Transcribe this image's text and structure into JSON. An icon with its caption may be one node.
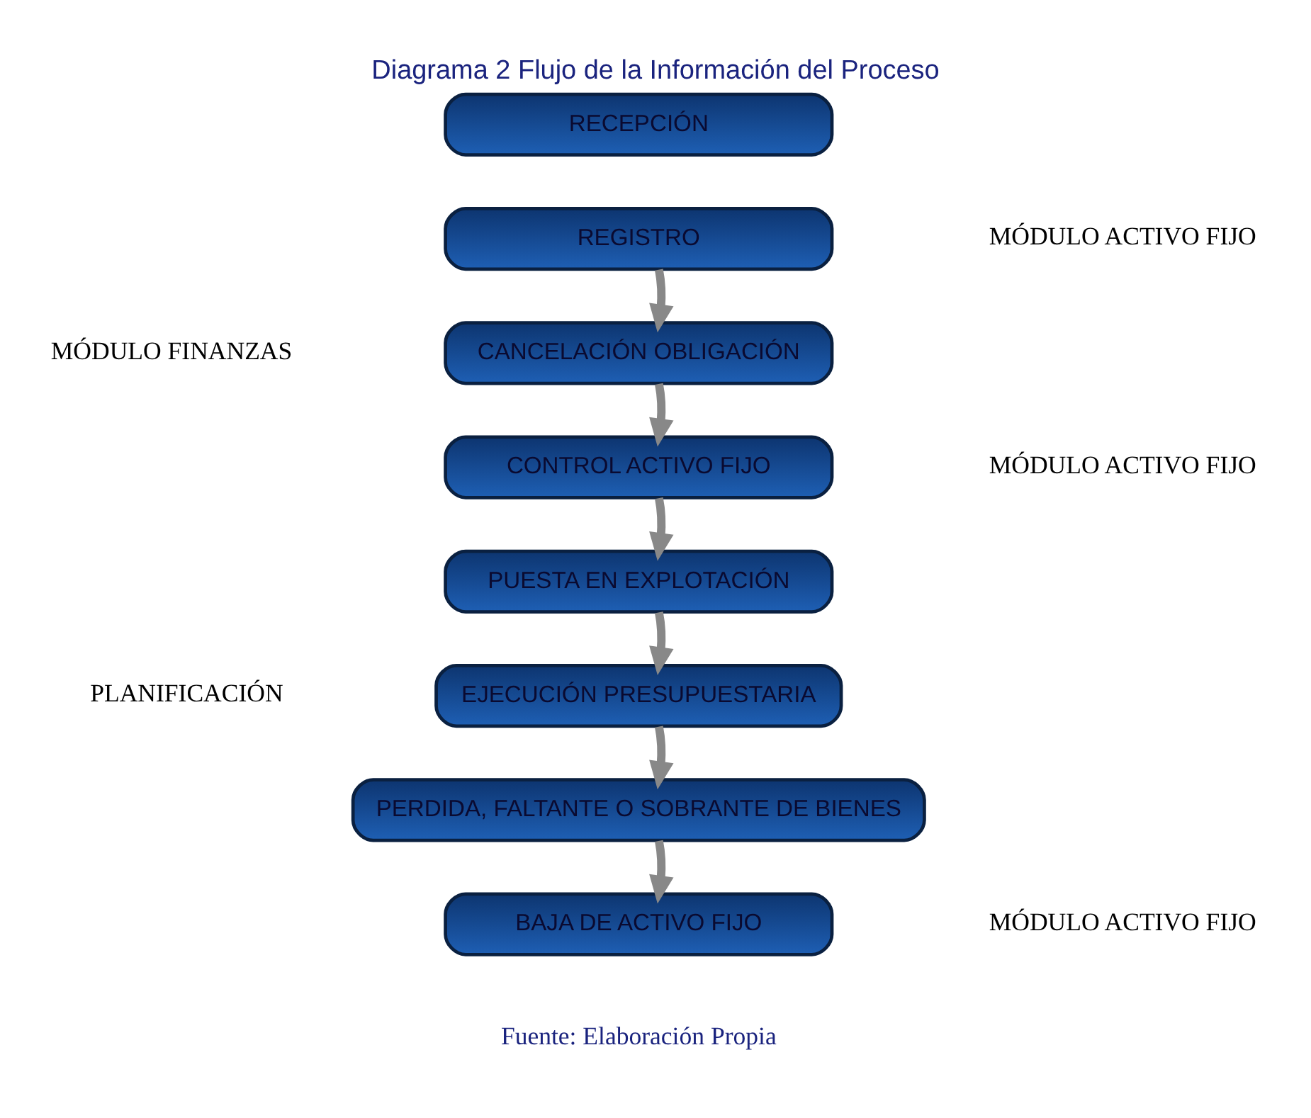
{
  "diagram": {
    "title": "Diagrama 2 Flujo de la Información del Proceso",
    "caption": "Fuente: Elaboración Propia",
    "nodes": [
      {
        "text": [
          "RECEPCIÓN"
        ]
      },
      {
        "text": [
          "REGISTRO"
        ]
      },
      {
        "text": [
          "CANCELACIÓN OBLIGACIÓN"
        ]
      },
      {
        "text": [
          "CONTROL ACTIVO FIJO"
        ]
      },
      {
        "text": [
          "PUESTA EN EXPLOTACIÓN"
        ]
      },
      {
        "text": [
          "EJECUCIÓN PRESUPUESTARIA"
        ]
      },
      {
        "text": [
          "PERDIDA, FALTANTE O SOBRANTE DE BIENES"
        ]
      },
      {
        "text": [
          "BAJA DE ACTIVO FIJO"
        ]
      }
    ],
    "edges": [
      {
        "from": 1,
        "to": 2,
        "arrow": "to"
      },
      {
        "from": 2,
        "to": 3,
        "arrow": "to"
      },
      {
        "from": 3,
        "to": 4,
        "arrow": "to"
      },
      {
        "from": 4,
        "to": 5,
        "arrow": "to"
      },
      {
        "from": 5,
        "to": 6,
        "arrow": "to"
      },
      {
        "from": 6,
        "to": 7,
        "arrow": "to"
      }
    ],
    "labels": [
      "MÓDULO ACTIVO FIJO",
      "MÓDULO FINANZAS",
      "MÓDULO ACTIVO FIJO",
      "PLANIFICACIÓN",
      "MÓDULO ACTIVO FIJO"
    ]
  }
}
